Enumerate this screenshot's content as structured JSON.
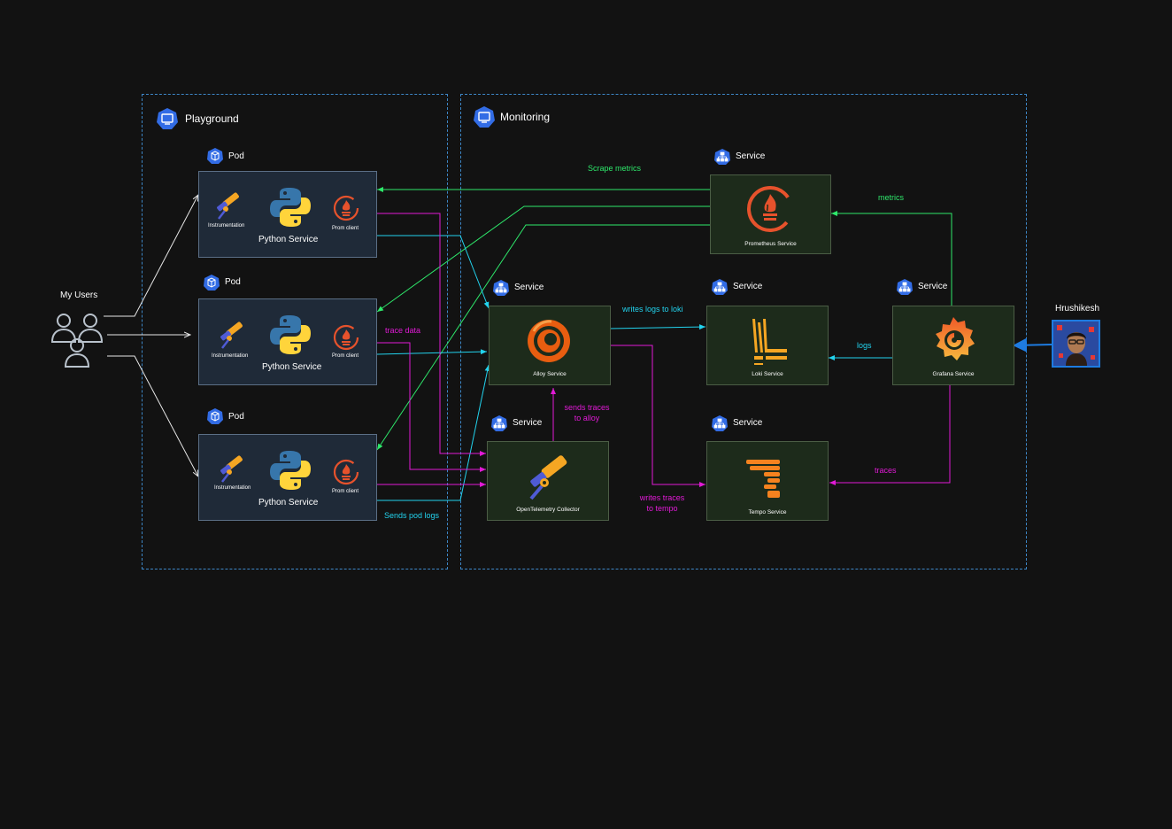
{
  "namespaces": {
    "playground": "Playground",
    "monitoring": "Monitoring"
  },
  "users": {
    "label": "My Users"
  },
  "pods": [
    {
      "tag": "Pod",
      "instrumentation": "Instrumentation",
      "service": "Python Service",
      "prom": "Prom client"
    },
    {
      "tag": "Pod",
      "instrumentation": "Instrumentation",
      "service": "Python Service",
      "prom": "Prom client"
    },
    {
      "tag": "Pod",
      "instrumentation": "Instrumentation",
      "service": "Python Service",
      "prom": "Prom client"
    }
  ],
  "services": {
    "prometheus": {
      "tag": "Service",
      "name": "Prometheus Service"
    },
    "alloy": {
      "tag": "Service",
      "name": "Alloy Service"
    },
    "loki": {
      "tag": "Service",
      "name": "Loki Service"
    },
    "grafana": {
      "tag": "Service",
      "name": "Grafana Service"
    },
    "otel": {
      "tag": "Service",
      "name": "OpenTelemetry Collector"
    },
    "tempo": {
      "tag": "Service",
      "name": "Tempo Service"
    }
  },
  "person": {
    "name": "Hrushikesh"
  },
  "edges": {
    "scrape_metrics": "Scrape metrics",
    "metrics": "metrics",
    "trace_data": "trace data",
    "writes_logs_to_loki": "writes logs to loki",
    "logs": "logs",
    "sends_traces_to_alloy_1": "sends traces",
    "sends_traces_to_alloy_2": "to alloy",
    "writes_traces_to_tempo_1": "writes traces",
    "writes_traces_to_tempo_2": "to tempo",
    "traces": "traces",
    "sends_pod_logs": "Sends pod logs"
  },
  "colors": {
    "background": "#121212",
    "namespace_border": "#3d86c6",
    "pod_fill": "#1f2a38",
    "service_fill": "#1d2b1b",
    "metrics_green": "#2ee86b",
    "logs_cyan": "#22d3ee",
    "traces_magenta": "#e11ad6",
    "user_arrow": "#e6e6e6",
    "person_arrow": "#1e7be0"
  }
}
